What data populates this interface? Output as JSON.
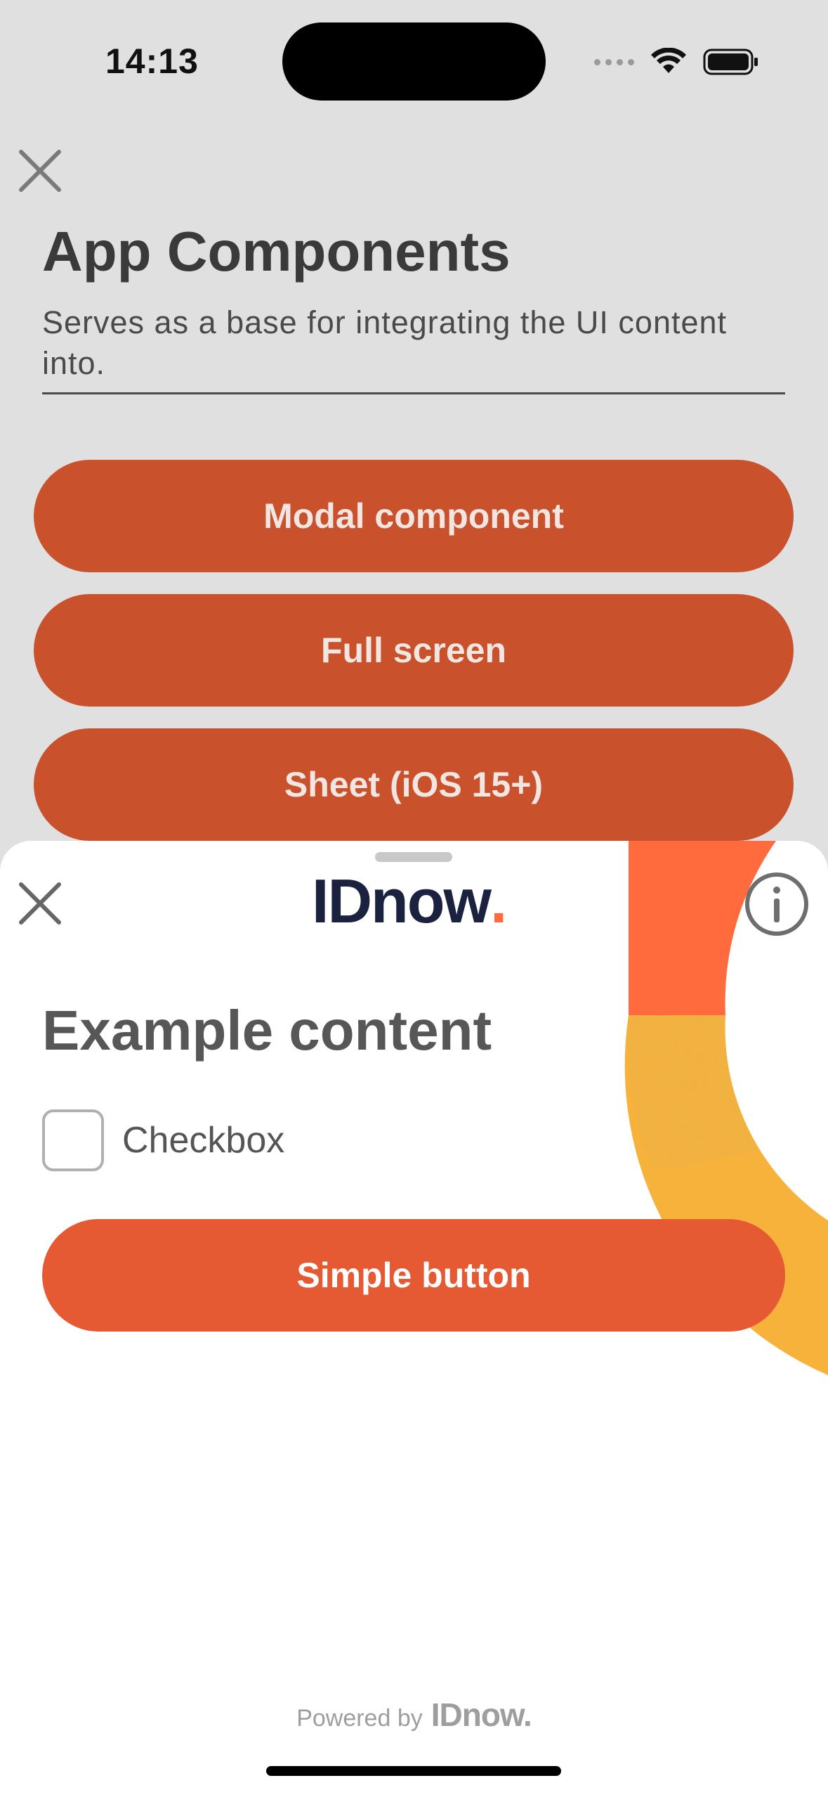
{
  "status_bar": {
    "time": "14:13",
    "icons": [
      "cellular-signal-icon",
      "wifi-icon",
      "battery-icon"
    ]
  },
  "background_page": {
    "close_icon": "close-icon",
    "title": "App Components",
    "subtitle": "Serves as a base for integrating the UI content into.",
    "buttons": [
      {
        "label": "Modal component"
      },
      {
        "label": "Full screen"
      },
      {
        "label": "Sheet (iOS 15+)"
      }
    ]
  },
  "sheet": {
    "close_icon": "close-icon",
    "logo_text": "IDnow",
    "logo_dot": ".",
    "info_icon": "info-icon",
    "content_title": "Example content",
    "checkbox": {
      "label": "Checkbox",
      "checked": false
    },
    "simple_button_label": "Simple button",
    "powered_by_text": "Powered by",
    "powered_by_logo": "IDnow."
  },
  "colors": {
    "background": "#e0e0e0",
    "bg_button": "#c9512c",
    "primary_button": "#e55a33",
    "logo_navy": "#1b2240",
    "logo_dot": "#ff6b3d",
    "decor_orange": "#ff6b3d",
    "decor_yellow": "#f7b23b"
  }
}
